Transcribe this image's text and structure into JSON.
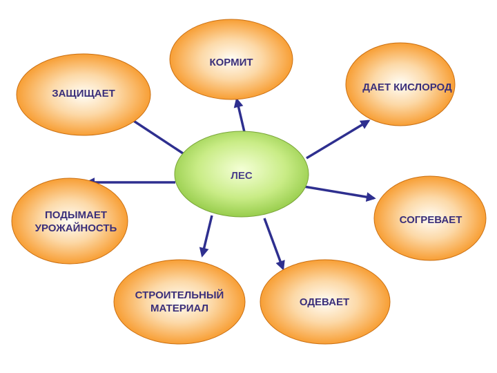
{
  "center": {
    "label": "ЛЕС"
  },
  "nodes": [
    {
      "id": "kormit",
      "label": "КОРМИТ"
    },
    {
      "id": "zashchishchaet",
      "label": "ЗАЩИЩАЕТ"
    },
    {
      "id": "daet-kislorod",
      "label": "ДАЕТ КИСЛОРОД"
    },
    {
      "id": "podymaet-urozhainost",
      "label": "ПОДЫМАЕТ\nУРОЖАЙНОСТЬ"
    },
    {
      "id": "sogrevaet",
      "label": "СОГРЕВАЕТ"
    },
    {
      "id": "stroitelnyi-material",
      "label": "СТРОИТЕЛЬНЫЙ\nМАТЕРИАЛ"
    },
    {
      "id": "odevaet",
      "label": "ОДЕВАЕТ"
    }
  ],
  "colors": {
    "outer_fill_center": "#fffdf6",
    "outer_fill_edge": "#f7931e",
    "center_fill_light": "#f4ffd6",
    "center_fill_edge": "#8cc63f",
    "arrow": "#2e2f8f",
    "text": "#3a2f7a"
  }
}
